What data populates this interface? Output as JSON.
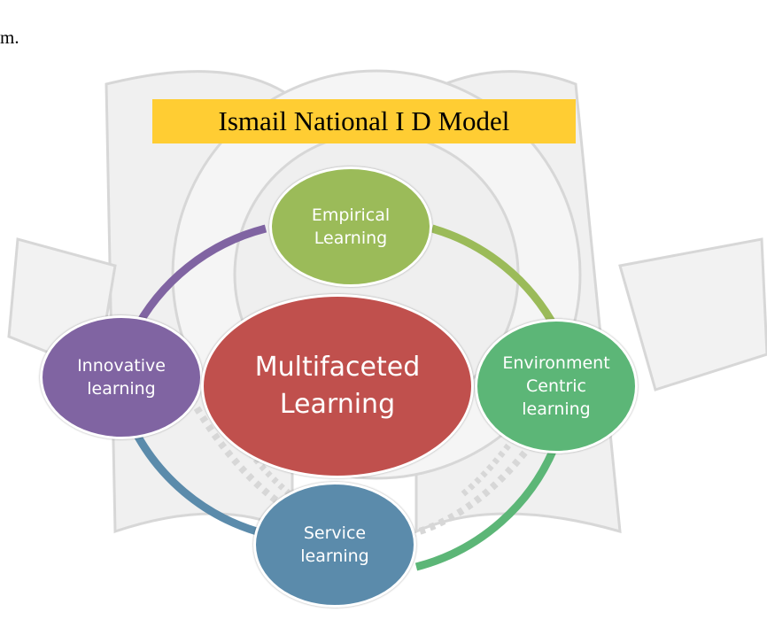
{
  "leading_text": "m.",
  "title": "Ismail National I D Model",
  "colors": {
    "title_bg": "#ffcd33",
    "empirical": "#9bbb59",
    "environment": "#5cb677",
    "innovative": "#8064a2",
    "service": "#5b8bab",
    "center": "#c0504d",
    "watermark": "#b8b8b8"
  },
  "nodes": {
    "center": {
      "lines": [
        "Multifaceted",
        "Learning"
      ]
    },
    "empirical": {
      "lines": [
        "Empirical",
        "Learning"
      ]
    },
    "environment": {
      "lines": [
        "Environment",
        "Centric",
        "learning"
      ]
    },
    "innovative": {
      "lines": [
        "Innovative",
        "learning"
      ]
    },
    "service": {
      "lines": [
        "Service",
        "learning"
      ]
    }
  }
}
